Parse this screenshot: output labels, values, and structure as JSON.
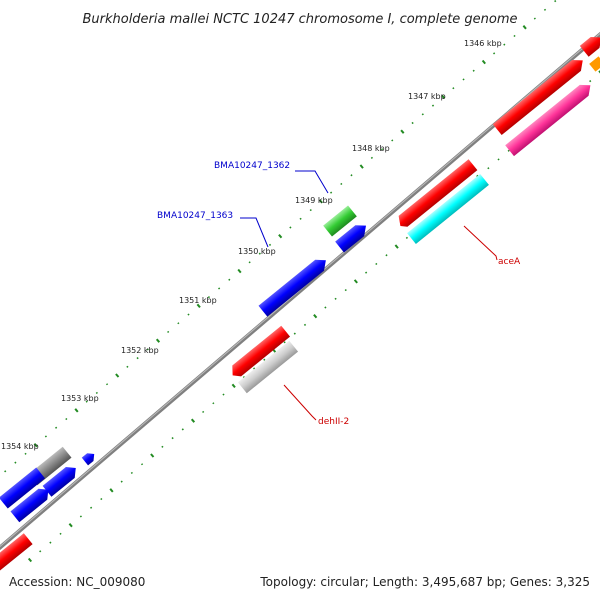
{
  "title": "Burkholderia mallei NCTC 10247 chromosome I, complete genome",
  "accession": "Accession: NC_009080",
  "summary": "Topology: circular; Length: 3,495,687 bp; Genes: 3,325",
  "kbp_labels": [
    "1346 kbp",
    "1347 kbp",
    "1348 kbp",
    "1349 kbp",
    "1350 kbp",
    "1351 kbp",
    "1352 kbp",
    "1353 kbp",
    "1354 kbp"
  ],
  "gene_labels": {
    "bma1362": "BMA10247_1362",
    "bma1363": "BMA10247_1363",
    "aceA": "aceA",
    "dehII": "dehII-2"
  },
  "colors": {
    "backbone": "#808080",
    "red": "#ff0000",
    "magenta": "#ff3399",
    "cyan": "#00ffff",
    "blue": "#0000ff",
    "green": "#33cc33",
    "gray": "#999999",
    "light_gray": "#c8c8c8",
    "tick": "#228b22",
    "label_blue": "#0000cc",
    "label_red": "#cc0000"
  }
}
